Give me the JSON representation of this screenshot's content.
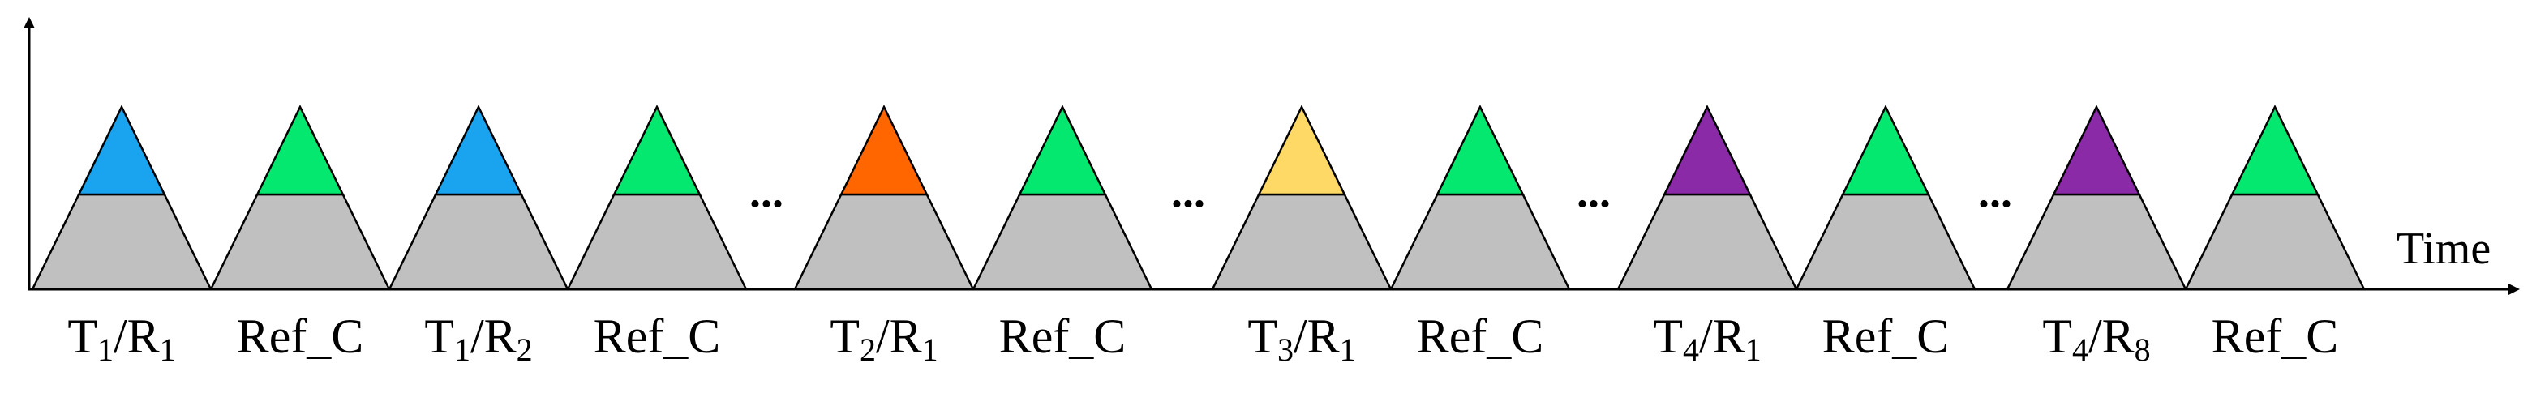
{
  "axis": {
    "x_label": "Time"
  },
  "colors": {
    "base": "#c0c0c0",
    "outline": "#000000",
    "blue": "#1aa3ef",
    "green": "#05e86f",
    "orange": "#ff6600",
    "yellow": "#ffd966",
    "purple": "#8a2aa6"
  },
  "pulses": [
    {
      "tip": "blue",
      "label": {
        "pre": "T",
        "s1": "1",
        "mid": "/R",
        "s2": "1"
      }
    },
    {
      "tip": "green",
      "label": {
        "pre": "Ref_C"
      }
    },
    {
      "tip": "blue",
      "label": {
        "pre": "T",
        "s1": "1",
        "mid": "/R",
        "s2": "2"
      }
    },
    {
      "tip": "green",
      "label": {
        "pre": "Ref_C"
      }
    },
    {
      "ellipsis": "..."
    },
    {
      "tip": "orange",
      "label": {
        "pre": "T",
        "s1": "2",
        "mid": "/R",
        "s2": "1"
      }
    },
    {
      "tip": "green",
      "label": {
        "pre": "Ref_C"
      }
    },
    {
      "ellipsis": "..."
    },
    {
      "tip": "yellow",
      "label": {
        "pre": "T",
        "s1": "3",
        "mid": "/R",
        "s2": "1"
      }
    },
    {
      "tip": "green",
      "label": {
        "pre": "Ref_C"
      }
    },
    {
      "ellipsis": "..."
    },
    {
      "tip": "purple",
      "label": {
        "pre": "T",
        "s1": "4",
        "mid": "/R",
        "s2": "1"
      }
    },
    {
      "tip": "green",
      "label": {
        "pre": "Ref_C"
      }
    },
    {
      "ellipsis": "..."
    },
    {
      "tip": "purple",
      "label": {
        "pre": "T",
        "s1": "4",
        "mid": "/R",
        "s2": "8"
      }
    },
    {
      "tip": "green",
      "label": {
        "pre": "Ref_C"
      }
    }
  ]
}
